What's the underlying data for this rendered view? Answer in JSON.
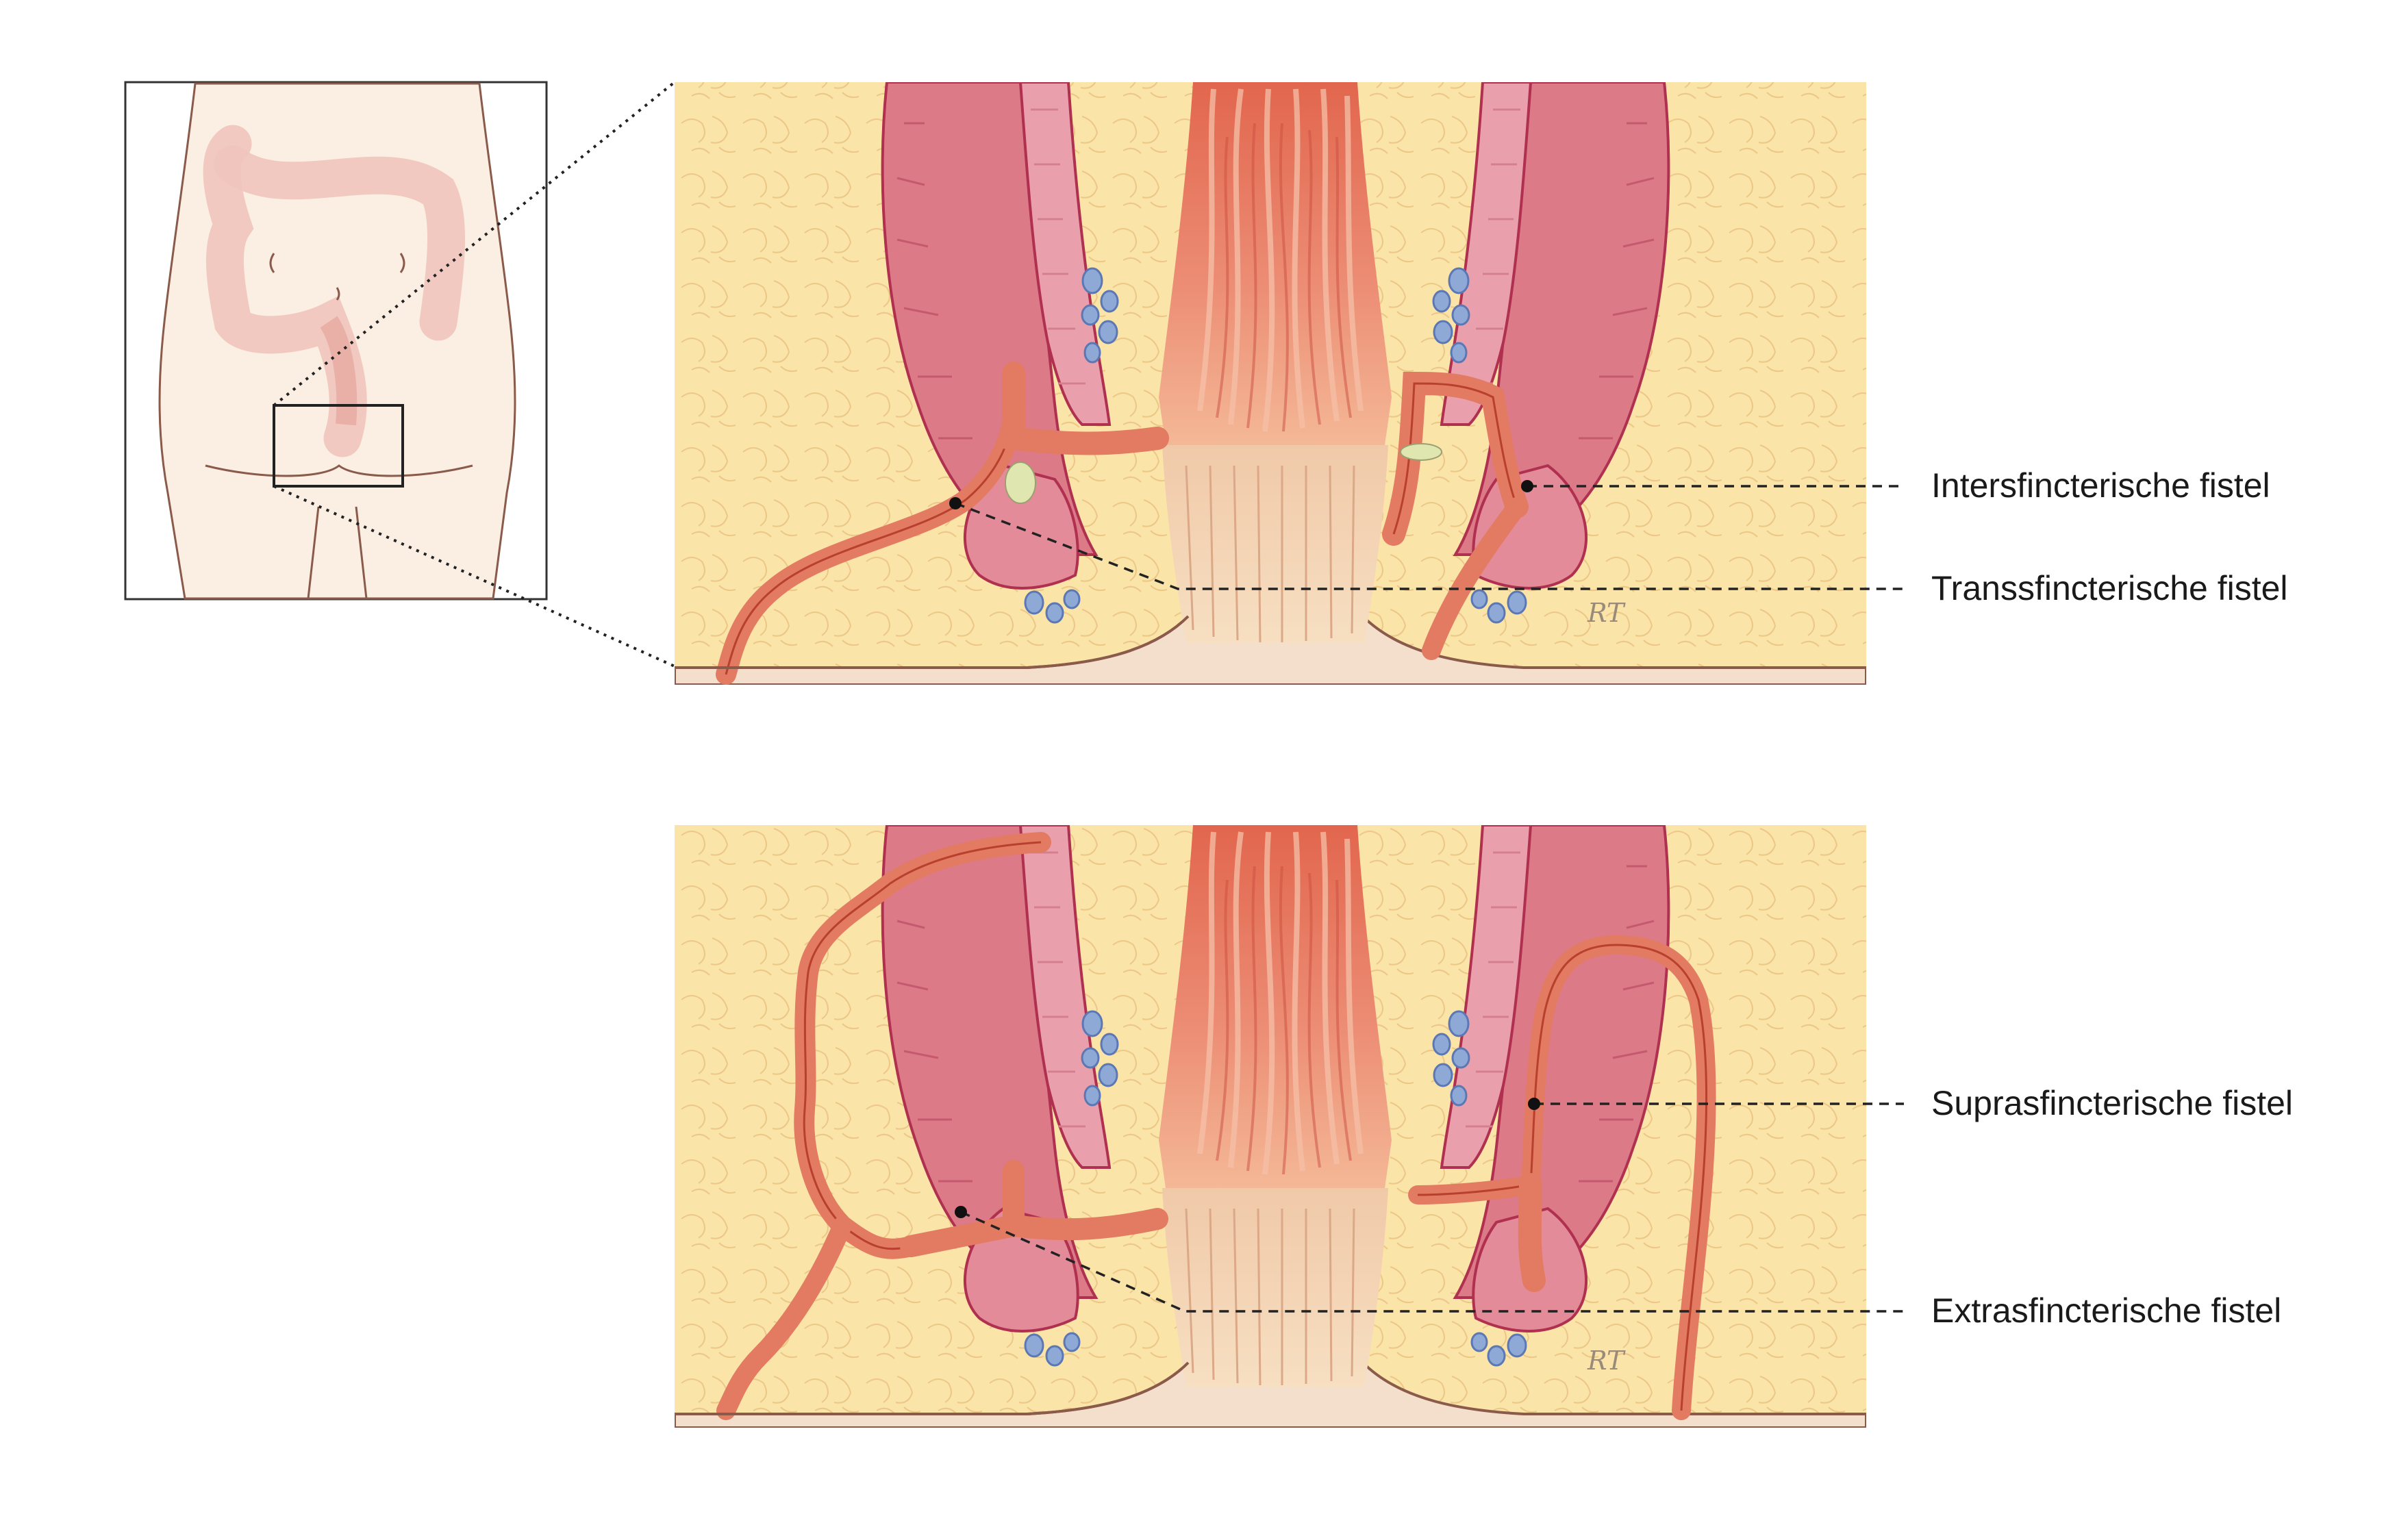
{
  "labels": {
    "intersfincterisch": "Intersfincterische fistel",
    "transsfincterisch": "Transsfincterische fistel",
    "suprasfincterisch": "Suprasfincterische fistel",
    "extrasfincterisch": "Extrasfincterische fistel"
  },
  "signature_top": "RT",
  "signature_bottom": "RT",
  "colors": {
    "fat": "#fbe4a8",
    "muscle_outer": "#dc7a88",
    "muscle_inner": "#eaa0ac",
    "mucosa": "#ea8a70",
    "fistula": "#e37a62",
    "vessel": "#8fa9d6",
    "anoderm": "#f2d3b2",
    "skin_body": "#fbeee2"
  }
}
